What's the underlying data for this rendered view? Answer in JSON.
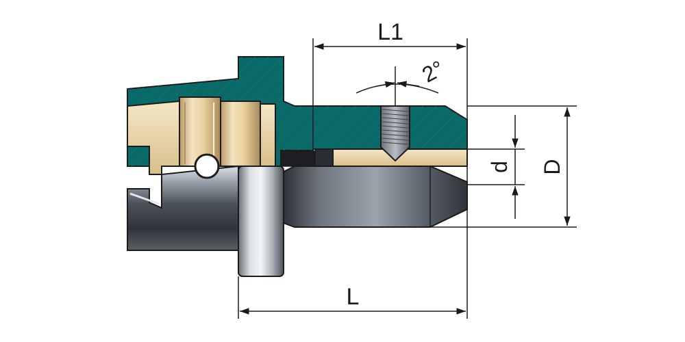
{
  "drawing": {
    "labels": {
      "L1": "L1",
      "angle": "2°",
      "d": "d",
      "D": "D",
      "L": "L"
    },
    "colors": {
      "section_fill": "#0a6a68",
      "brass": "#e8d2a2",
      "steel_dark": "#3c4147",
      "steel_light": "#c9cfd6",
      "outline": "#1b1b1b"
    }
  }
}
